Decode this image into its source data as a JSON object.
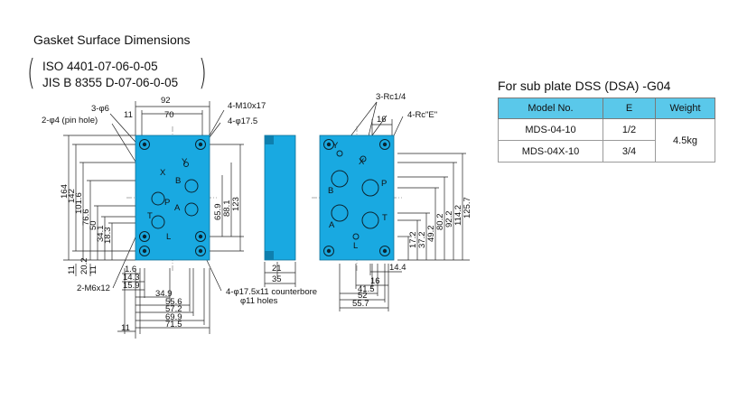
{
  "title": "Gasket Surface Dimensions",
  "standards": {
    "line1": "ISO 4401-07-06-0-05",
    "line2": "JIS B 8355 D-07-06-0-05"
  },
  "subplate": "For sub plate DSS (DSA) -G04",
  "table": {
    "headers": [
      "Model No.",
      "E",
      "Weight"
    ],
    "rows": [
      {
        "model": "MDS-04-10",
        "e": "1/2"
      },
      {
        "model": "MDS-04X-10",
        "e": "3/4"
      }
    ],
    "weight": "4.5kg"
  },
  "colors": {
    "plate": "#19a9e1",
    "header": "#5ac8ea"
  },
  "labels": {
    "three_phi6": "3-φ6",
    "two_phi4": "2-φ4 (pin hole)",
    "m10": "4-M10x17",
    "phi17_5": "4-φ17.5",
    "m6": "2-M6x12",
    "counterbore1": "4-φ17.5x11 counterbore",
    "counterbore2": "φ11 holes",
    "rc14": "3-Rc1/4",
    "rce": "4-Rc\"E\"",
    "dims_top": [
      "92",
      "70",
      "11"
    ],
    "dims_left": [
      "164",
      "142",
      "101.6",
      "76.6",
      "50",
      "34.1",
      "18.3",
      "20.2",
      "11",
      "11"
    ],
    "dims_right_front": [
      "65.9",
      "88.1",
      "123"
    ],
    "dims_bottom_front": [
      "1.6",
      "14.3",
      "15.9",
      "34.9",
      "55.6",
      "57.2",
      "69.9",
      "71.5",
      "11"
    ],
    "dims_side": [
      "21",
      "35"
    ],
    "dims_back_top": [
      "16"
    ],
    "dims_back_right": [
      "17.2",
      "37.2",
      "49.2",
      "80.2",
      "92.2",
      "114.2",
      "125.7"
    ],
    "dims_back_bottom": [
      "14.4",
      "16",
      "41.5",
      "52",
      "55.7"
    ],
    "ports_front": [
      "X",
      "Y",
      "B",
      "P",
      "A",
      "T",
      "L"
    ],
    "ports_back": [
      "Y",
      "X",
      "B",
      "P",
      "A",
      "T",
      "L"
    ]
  }
}
